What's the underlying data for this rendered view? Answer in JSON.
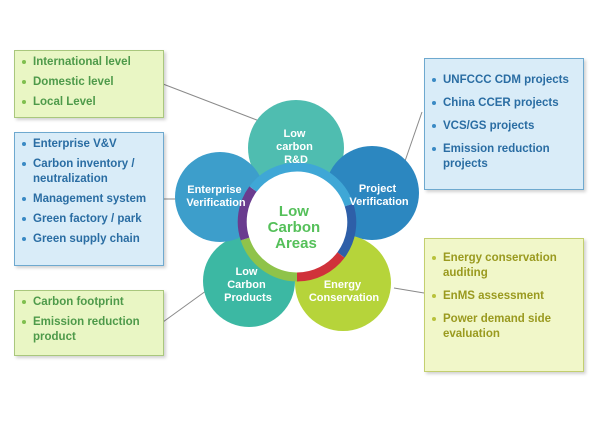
{
  "center": {
    "label_lines": [
      "Low",
      "Carbon",
      "Areas"
    ]
  },
  "petals": [
    {
      "label_lines": [
        "Low",
        "carbon",
        "R&D"
      ],
      "color": "#4fbdb0"
    },
    {
      "label_lines": [
        "Project",
        "Verification"
      ],
      "color": "#2c87c0"
    },
    {
      "label_lines": [
        "Energy",
        "Conservation"
      ],
      "color": "#b6d43a"
    },
    {
      "label_lines": [
        "Low",
        "Carbon",
        "Products"
      ],
      "color": "#3cb8a3"
    },
    {
      "label_lines": [
        "Enterprise",
        "Verification"
      ],
      "color": "#3d9ecb"
    }
  ],
  "boxes": {
    "rd_levels": [
      "International level",
      "Domestic level",
      "Local Level"
    ],
    "enterprise_items": [
      "Enterprise V&V",
      "Carbon inventory / neutralization",
      "Management  system",
      "Green factory / park",
      "Green supply chain"
    ],
    "products_items": [
      "Carbon footprint",
      "Emission reduction product"
    ],
    "project_items": [
      "UNFCCC CDM projects",
      "China CCER projects",
      "VCS/GS projects",
      "Emission reduction projects"
    ],
    "energy_items": [
      "Energy conservation auditing",
      "EnMS assessment",
      "Power demand side evaluation"
    ]
  },
  "colors": {
    "ring_segments": [
      "#3fa7d6",
      "#2e5fa8",
      "#d0323a",
      "#8fc34a",
      "#6a3c8f"
    ]
  }
}
